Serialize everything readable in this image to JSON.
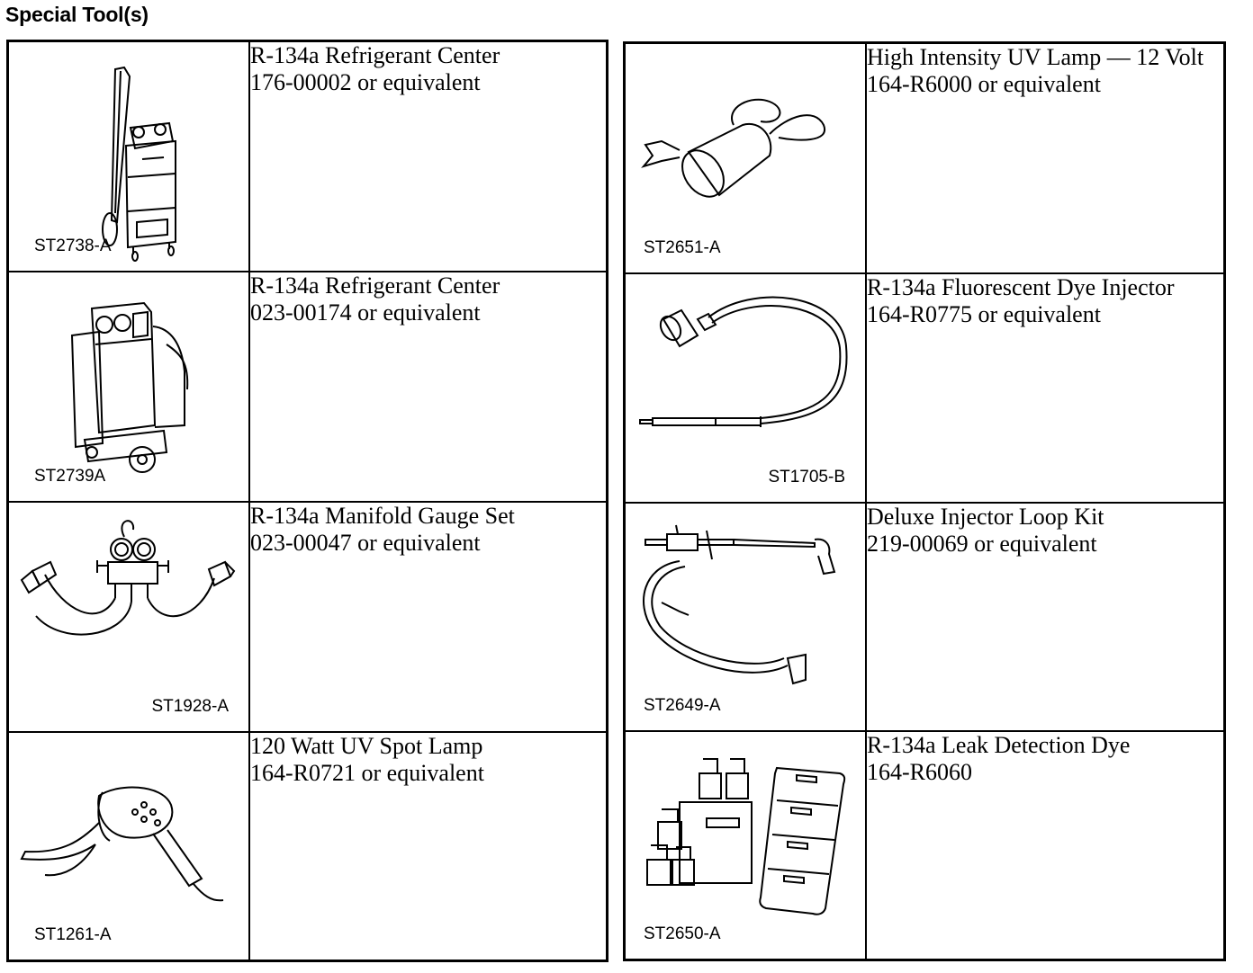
{
  "title": "Special Tool(s)",
  "left_tools": [
    {
      "name": "R-134a Refrigerant Center",
      "part": "176-00002 or equivalent",
      "code": "ST2738-A",
      "icon": "refrigerant-center-cart-icon"
    },
    {
      "name": "R-134a Refrigerant Center",
      "part": "023-00174 or equivalent",
      "code": "ST2739A",
      "icon": "refrigerant-center-station-icon"
    },
    {
      "name": "R-134a Manifold Gauge Set",
      "part": "023-00047 or equivalent",
      "code": "ST1928-A",
      "icon": "manifold-gauge-set-icon"
    },
    {
      "name": "120 Watt UV Spot Lamp",
      "part": "164-R0721 or equivalent",
      "code": "ST1261-A",
      "icon": "uv-spot-lamp-icon"
    }
  ],
  "right_tools": [
    {
      "name": "High Intensity UV Lamp — 12 Volt",
      "part": "164-R6000 or equivalent",
      "code": "ST2651-A",
      "icon": "uv-lamp-12v-icon"
    },
    {
      "name": "R-134a Fluorescent Dye Injector",
      "part": "164-R0775 or equivalent",
      "code": "ST1705-B",
      "icon": "dye-injector-icon"
    },
    {
      "name": "Deluxe Injector Loop Kit",
      "part": "219-00069 or equivalent",
      "code": "ST2649-A",
      "icon": "injector-loop-kit-icon"
    },
    {
      "name": "R-134a Leak Detection Dye",
      "part": "164-R6060",
      "code": "ST2650-A",
      "icon": "leak-detection-dye-icon"
    }
  ]
}
